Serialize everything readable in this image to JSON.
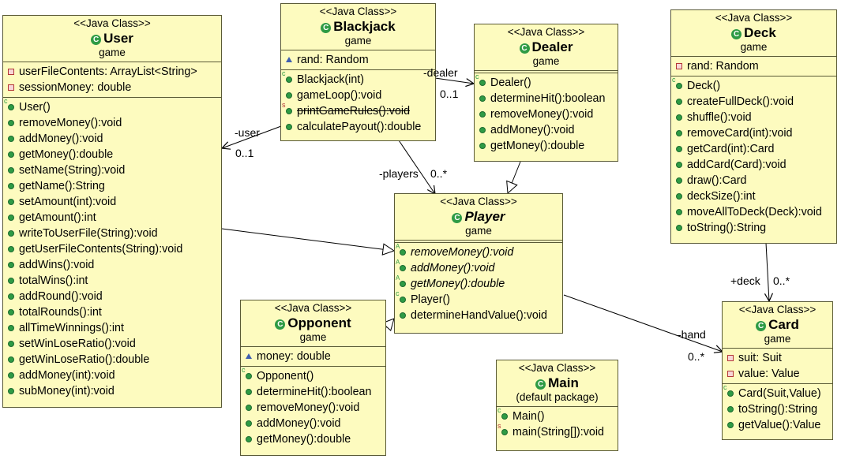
{
  "classes": {
    "user": {
      "stereotype": "<<Java Class>>",
      "name": "User",
      "package": "game",
      "fields": [
        {
          "vis": "private",
          "text": "userFileContents: ArrayList<String>"
        },
        {
          "vis": "private",
          "text": "sessionMoney: double"
        }
      ],
      "methods": [
        {
          "vis": "public",
          "mod": "ctor",
          "text": "User()"
        },
        {
          "vis": "public",
          "text": "removeMoney():void"
        },
        {
          "vis": "public",
          "text": "addMoney():void"
        },
        {
          "vis": "public",
          "text": "getMoney():double"
        },
        {
          "vis": "public",
          "text": "setName(String):void"
        },
        {
          "vis": "public",
          "text": "getName():String"
        },
        {
          "vis": "public",
          "text": "setAmount(int):void"
        },
        {
          "vis": "public",
          "text": "getAmount():int"
        },
        {
          "vis": "public",
          "text": "writeToUserFile(String):void"
        },
        {
          "vis": "public",
          "text": "getUserFileContents(String):void"
        },
        {
          "vis": "public",
          "text": "addWins():void"
        },
        {
          "vis": "public",
          "text": "totalWins():int"
        },
        {
          "vis": "public",
          "text": "addRound():void"
        },
        {
          "vis": "public",
          "text": "totalRounds():int"
        },
        {
          "vis": "public",
          "text": "allTimeWinnings():int"
        },
        {
          "vis": "public",
          "text": "setWinLoseRatio():void"
        },
        {
          "vis": "public",
          "text": "getWinLoseRatio():double"
        },
        {
          "vis": "public",
          "text": "addMoney(int):void"
        },
        {
          "vis": "public",
          "text": "subMoney(int):void"
        }
      ]
    },
    "blackjack": {
      "stereotype": "<<Java Class>>",
      "name": "Blackjack",
      "package": "game",
      "fields": [
        {
          "vis": "protected",
          "text": "rand: Random"
        }
      ],
      "methods": [
        {
          "vis": "public",
          "mod": "ctor",
          "text": "Blackjack(int)"
        },
        {
          "vis": "public",
          "text": "gameLoop():void"
        },
        {
          "vis": "public",
          "mod": "static",
          "strike": true,
          "text": "printGameRules():void"
        },
        {
          "vis": "public",
          "text": "calculatePayout():double"
        }
      ]
    },
    "dealer": {
      "stereotype": "<<Java Class>>",
      "name": "Dealer",
      "package": "game",
      "fields": [],
      "methods": [
        {
          "vis": "public",
          "mod": "ctor",
          "text": "Dealer()"
        },
        {
          "vis": "public",
          "text": "determineHit():boolean"
        },
        {
          "vis": "public",
          "text": "removeMoney():void"
        },
        {
          "vis": "public",
          "text": "addMoney():void"
        },
        {
          "vis": "public",
          "text": "getMoney():double"
        }
      ]
    },
    "deck": {
      "stereotype": "<<Java Class>>",
      "name": "Deck",
      "package": "game",
      "fields": [
        {
          "vis": "private",
          "text": "rand: Random"
        }
      ],
      "methods": [
        {
          "vis": "public",
          "mod": "ctor",
          "text": "Deck()"
        },
        {
          "vis": "public",
          "text": "createFullDeck():void"
        },
        {
          "vis": "public",
          "text": "shuffle():void"
        },
        {
          "vis": "public",
          "text": "removeCard(int):void"
        },
        {
          "vis": "public",
          "text": "getCard(int):Card"
        },
        {
          "vis": "public",
          "text": "addCard(Card):void"
        },
        {
          "vis": "public",
          "text": "draw():Card"
        },
        {
          "vis": "public",
          "text": "deckSize():int"
        },
        {
          "vis": "public",
          "text": "moveAllToDeck(Deck):void"
        },
        {
          "vis": "public",
          "text": "toString():String"
        }
      ]
    },
    "player": {
      "stereotype": "<<Java Class>>",
      "name": "Player",
      "package": "game",
      "abstract": true,
      "fields": [],
      "methods": [
        {
          "vis": "public",
          "mod": "abs",
          "abstract": true,
          "text": "removeMoney():void"
        },
        {
          "vis": "public",
          "mod": "abs",
          "abstract": true,
          "text": "addMoney():void"
        },
        {
          "vis": "public",
          "mod": "abs",
          "abstract": true,
          "text": "getMoney():double"
        },
        {
          "vis": "public",
          "mod": "ctor",
          "text": "Player()"
        },
        {
          "vis": "public",
          "text": "determineHandValue():void"
        }
      ]
    },
    "opponent": {
      "stereotype": "<<Java Class>>",
      "name": "Opponent",
      "package": "game",
      "fields": [
        {
          "vis": "protected",
          "text": "money: double"
        }
      ],
      "methods": [
        {
          "vis": "public",
          "mod": "ctor",
          "text": "Opponent()"
        },
        {
          "vis": "public",
          "text": "determineHit():boolean"
        },
        {
          "vis": "public",
          "text": "removeMoney():void"
        },
        {
          "vis": "public",
          "text": "addMoney():void"
        },
        {
          "vis": "public",
          "text": "getMoney():double"
        }
      ]
    },
    "main": {
      "stereotype": "<<Java Class>>",
      "name": "Main",
      "package": "(default package)",
      "fields": null,
      "methods": [
        {
          "vis": "public",
          "mod": "ctor",
          "text": "Main()"
        },
        {
          "vis": "public",
          "mod": "static",
          "text": "main(String[]):void"
        }
      ]
    },
    "card": {
      "stereotype": "<<Java Class>>",
      "name": "Card",
      "package": "game",
      "fields": [
        {
          "vis": "private",
          "text": "suit: Suit"
        },
        {
          "vis": "private",
          "text": "value: Value"
        }
      ],
      "methods": [
        {
          "vis": "public",
          "mod": "ctor",
          "text": "Card(Suit,Value)"
        },
        {
          "vis": "public",
          "text": "toString():String"
        },
        {
          "vis": "public",
          "text": "getValue():Value"
        }
      ]
    }
  },
  "associations": {
    "dealer_role": "-dealer",
    "dealer_mult": "0..1",
    "user_role": "-user",
    "user_mult": "0..1",
    "players_role": "-players",
    "players_mult": "0..*",
    "deck_role": "+deck",
    "deck_mult": "0..*",
    "hand_role": "-hand",
    "hand_mult": "0..*"
  },
  "colors": {
    "class_fill": "#fdfbbf",
    "class_border": "#5a5a36",
    "public_marker": "#2e9b45",
    "private_marker": "#b33636",
    "protected_marker": "#3f5fb0",
    "line": "#000000"
  }
}
